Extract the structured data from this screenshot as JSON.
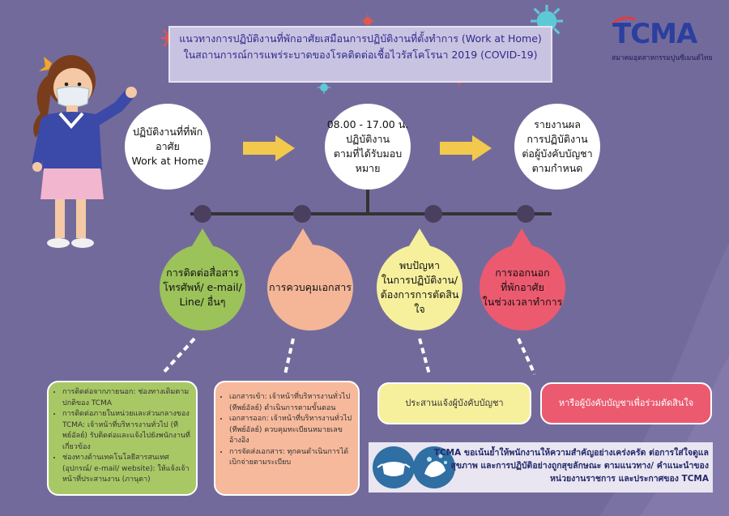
{
  "banner": {
    "title_line1": "แนวทางการปฏิบัติงานที่พักอาศัยเสมือนการปฏิบัติงานที่ตั้งทำการ (Work at Home)",
    "title_line2": "ในสถานการณ์การแพร่ระบาดของโรคติดต่อเชื้อไวรัสโคโรนา 2019 (COVID-19)"
  },
  "logo": {
    "wordmark": "TCMA",
    "subtitle": "สมาคมอุตสาหกรรมปูนซีเมนต์ไทย"
  },
  "steps": [
    {
      "text": "ปฏิบัติงานที่ที่พักอาศัย\nWork at Home"
    },
    {
      "text": "08.00 - 17.00 น.\nปฏิบัติงาน\nตามที่ได้รับมอบหมาย"
    },
    {
      "text": "รายงานผล\nการปฏิบัติงาน\nต่อผู้บังคับบัญชา\nตามกำหนด"
    }
  ],
  "bubbles": [
    {
      "text": "การติดต่อสื่อสาร\nโทรศัพท์/ e-mail/\nLine/ อื่นๆ",
      "color": "#9cc25a"
    },
    {
      "text": "การควบคุมเอกสาร",
      "color": "#f4b697"
    },
    {
      "text": "พบปัญหา\nในการปฏิบัติงาน/\nต้องการการตัดสินใจ",
      "color": "#f6f09c"
    },
    {
      "text": "การออกนอก\nที่พักอาศัย\nในช่วงเวลาทำการ",
      "color": "#ec5a6f"
    }
  ],
  "boxes": {
    "communication": [
      "การติดต่อจากภายนอก: ช่องทางเดิมตามปกติของ TCMA",
      "การติดต่อภายในหน่วยและส่วนกลางของ TCMA: เจ้าหน้าที่บริหารงานทั่วไป (ทีพย์อัลย์) รับติดต่อและแจ้งไปยังพนักงานที่เกี่ยวข้อง",
      "ช่องทางด้านเทคโนโลยีสารสนเทศ (อุปกรณ์/ e-mail/ website): ให้แจ้งเจ้าหน้าที่ประสานงาน (ภานุตา)"
    ],
    "documents": [
      "เอกสารเข้า: เจ้าหน้าที่บริหารงานทั่วไป (ทีพย์อัลย์) ดำเนินการตามขั้นตอน",
      "เอกสารออก: เจ้าหน้าที่บริหารงานทั่วไป (ทีพย์อัลย์) ควบคุมทะเบียนหมายเลขอ้างอิง",
      "การจัดส่งเอกสาร: ทุกคนดำเนินการได้ เบิกจ่ายตามระเบียบ"
    ],
    "problem": "ประสานแจ้งผู้บังคับบัญชา",
    "leave": "หารือผู้บังคับบัญชาเพื่อร่วมตัดสินใจ"
  },
  "notice": {
    "text": "TCMA ขอเน้นย้ำให้พนักงานให้ความสำคัญอย่างเคร่งครัด ต่อการใส่ใจดูแลสุขภาพ และการปฏิบัติอย่างถูกสุขลักษณะ ตามแนวทาง/ คำแนะนำของหน่วยงานราชการ และประกาศของ TCMA"
  },
  "icons": [
    "face-mask-icon",
    "hand-wash-icon",
    "virus-icon",
    "arrow-right-icon"
  ],
  "colors": {
    "background": "#736a9c",
    "banner": "#c9c3e2",
    "title": "#2e2a8a",
    "arrow": "#f2c94c",
    "brand": "#2b3f9e",
    "brand_red": "#e63a3a"
  }
}
